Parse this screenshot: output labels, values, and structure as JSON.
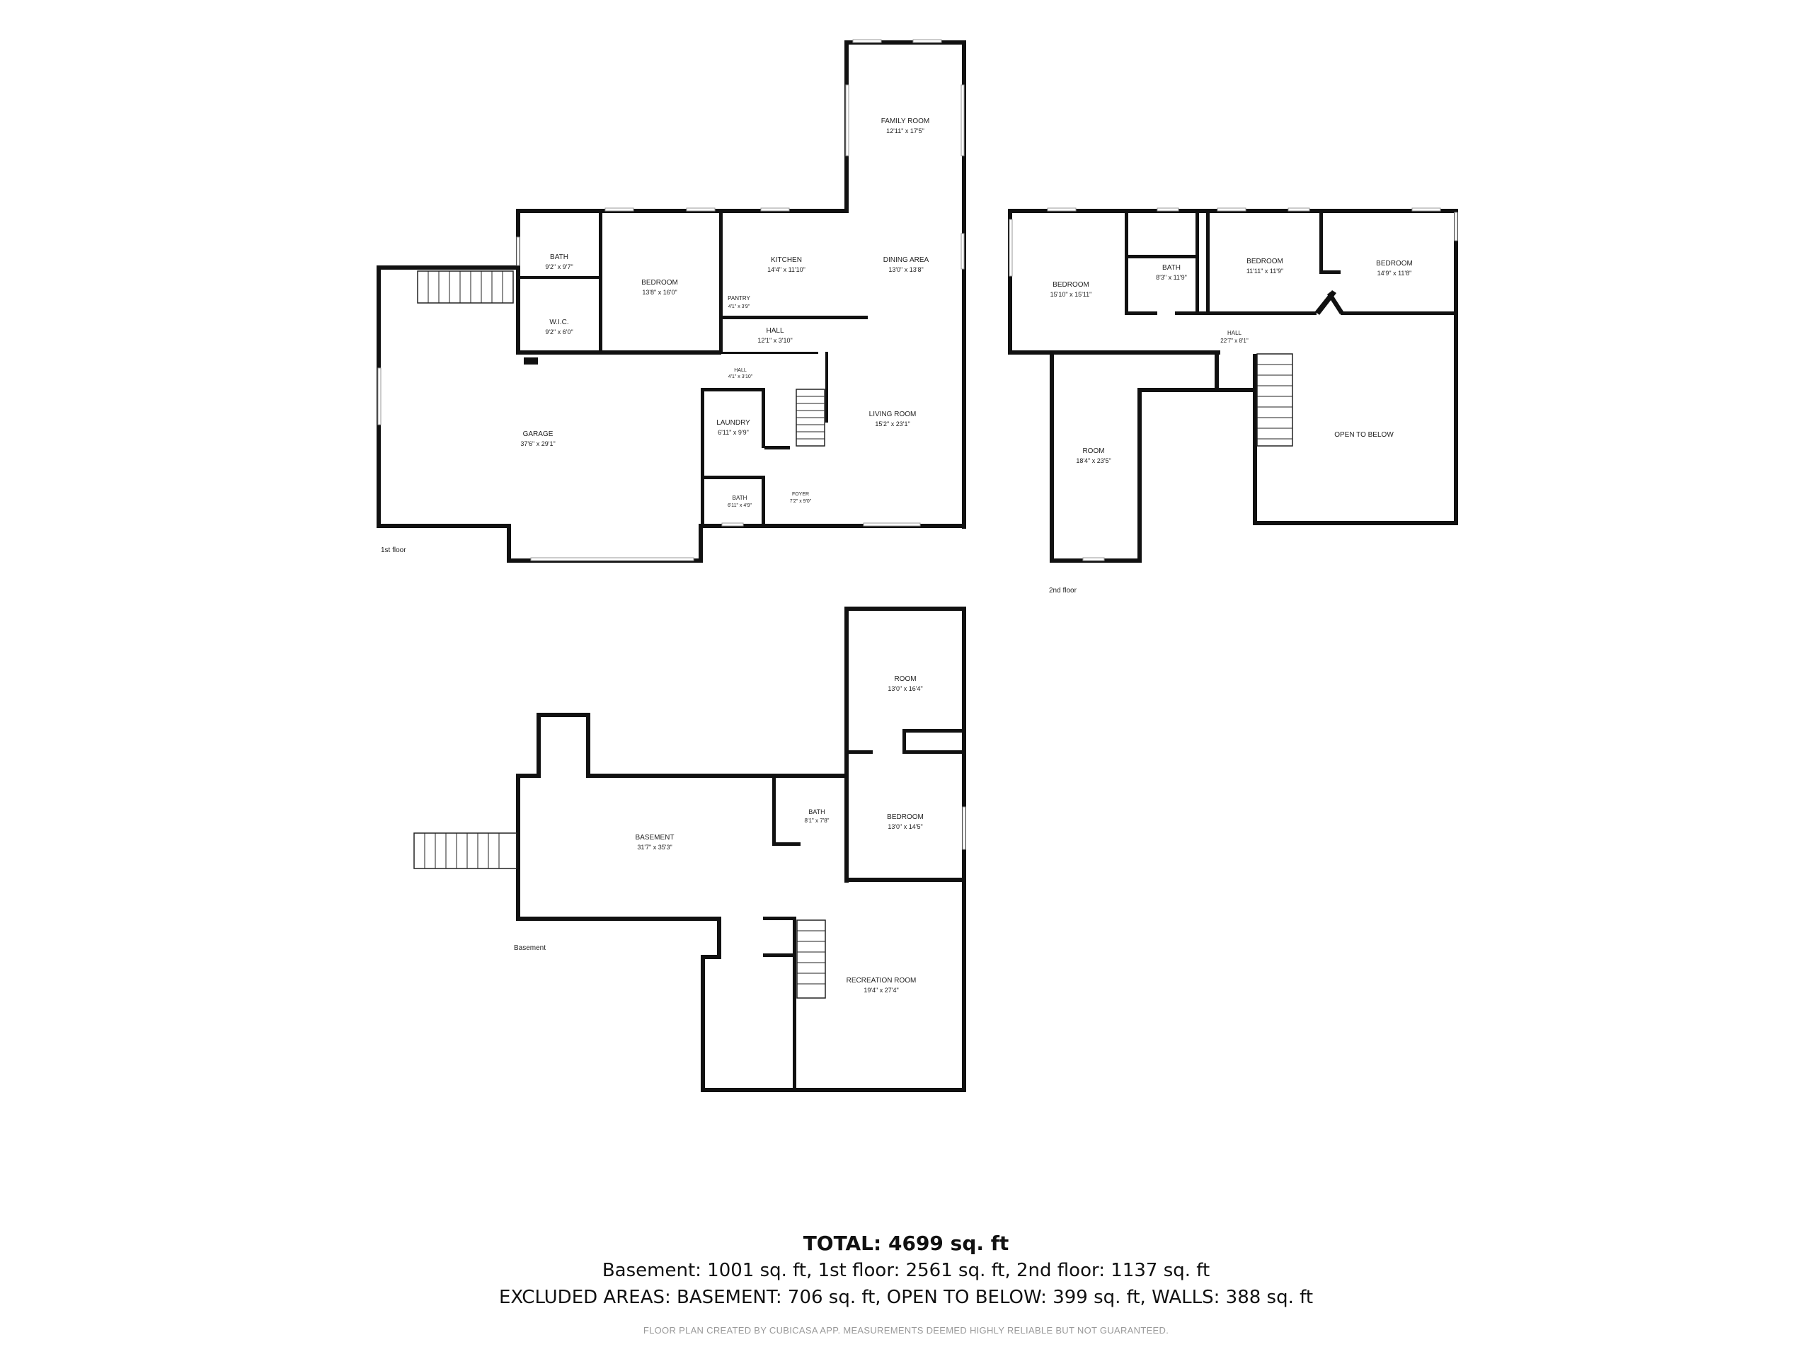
{
  "floors": {
    "first": {
      "label": "1st floor",
      "rooms": {
        "family_room": {
          "name": "FAMILY ROOM",
          "dim": "12'11\" x 17'5\""
        },
        "bath1": {
          "name": "BATH",
          "dim": "9'2\" x 9'7\""
        },
        "bedroom1": {
          "name": "BEDROOM",
          "dim": "13'8\" x 16'0\""
        },
        "kitchen": {
          "name": "KITCHEN",
          "dim": "14'4\" x 11'10\""
        },
        "dining": {
          "name": "DINING AREA",
          "dim": "13'0\" x 13'8\""
        },
        "pantry": {
          "name": "PANTRY",
          "dim": "4'1\" x 3'9\""
        },
        "wic": {
          "name": "W.I.C.",
          "dim": "9'2\" x 6'0\""
        },
        "hall1": {
          "name": "HALL",
          "dim": "12'1\" x 3'10\""
        },
        "hall2": {
          "name": "HALL",
          "dim": "4'1\" x 3'10\""
        },
        "laundry": {
          "name": "LAUNDRY",
          "dim": "6'11\" x 9'9\""
        },
        "garage": {
          "name": "GARAGE",
          "dim": "37'6\" x 29'1\""
        },
        "living": {
          "name": "LIVING ROOM",
          "dim": "15'2\" x 23'1\""
        },
        "bath2": {
          "name": "BATH",
          "dim": "6'11\" x 4'9\""
        },
        "foyer": {
          "name": "FOYER",
          "dim": "7'2\" x 9'0\""
        }
      }
    },
    "second": {
      "label": "2nd floor",
      "rooms": {
        "bedroom_a": {
          "name": "BEDROOM",
          "dim": "15'10\" x 15'11\""
        },
        "bath": {
          "name": "BATH",
          "dim": "8'3\" x 11'9\""
        },
        "bedroom_b": {
          "name": "BEDROOM",
          "dim": "11'11\" x 11'9\""
        },
        "bedroom_c": {
          "name": "BEDROOM",
          "dim": "14'9\" x 11'8\""
        },
        "hall": {
          "name": "HALL",
          "dim": "22'7\" x 8'1\""
        },
        "room": {
          "name": "ROOM",
          "dim": "18'4\" x 23'5\""
        },
        "open_below": {
          "name": "OPEN TO BELOW",
          "dim": ""
        }
      }
    },
    "basement": {
      "label": "Basement",
      "rooms": {
        "room": {
          "name": "ROOM",
          "dim": "13'0\" x 16'4\""
        },
        "bath": {
          "name": "BATH",
          "dim": "8'1\" x 7'8\""
        },
        "bedroom": {
          "name": "BEDROOM",
          "dim": "13'0\" x 14'5\""
        },
        "basement": {
          "name": "BASEMENT",
          "dim": "31'7\" x 35'3\""
        },
        "recreation": {
          "name": "RECREATION ROOM",
          "dim": "19'4\" x 27'4\""
        }
      }
    }
  },
  "summary": {
    "total": "TOTAL: 4699 sq. ft",
    "line1": "Basement: 1001 sq. ft, 1st floor: 2561 sq. ft, 2nd floor: 1137 sq. ft",
    "line2": "EXCLUDED AREAS: BASEMENT: 706 sq. ft, OPEN TO BELOW: 399 sq. ft, WALLS: 388 sq. ft",
    "disclaimer": "FLOOR PLAN CREATED BY CUBICASA APP. MEASUREMENTS DEEMED HIGHLY RELIABLE BUT NOT GUARANTEED."
  }
}
